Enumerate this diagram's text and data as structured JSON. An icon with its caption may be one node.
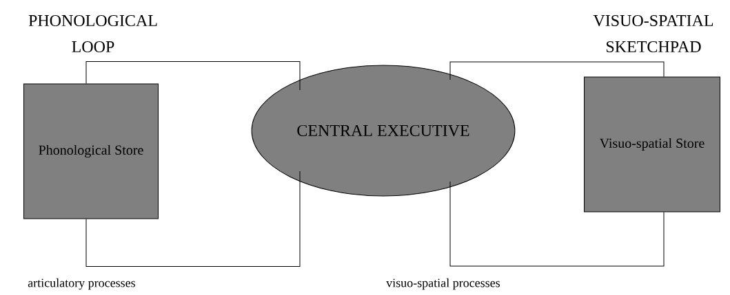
{
  "diagram": {
    "nodes": [
      {
        "text": [
          "Phonological Store"
        ]
      },
      {
        "text": [
          "CENTRAL EXECUTIVE"
        ]
      },
      {
        "text": [
          "Visuo-spatial Store"
        ]
      }
    ],
    "edges": [
      {
        "from": 0,
        "to": 1,
        "arrow": "none"
      },
      {
        "from": 0,
        "to": 1,
        "arrow": "none"
      },
      {
        "from": 1,
        "to": 2,
        "arrow": "none"
      },
      {
        "from": 1,
        "to": 2,
        "arrow": "none"
      }
    ],
    "labels": [
      "PHONOLOGICAL LOOP",
      "VISUO-SPATIAL SKETCHPAD",
      "articulatory processes",
      "visuo-spatial processes"
    ]
  }
}
